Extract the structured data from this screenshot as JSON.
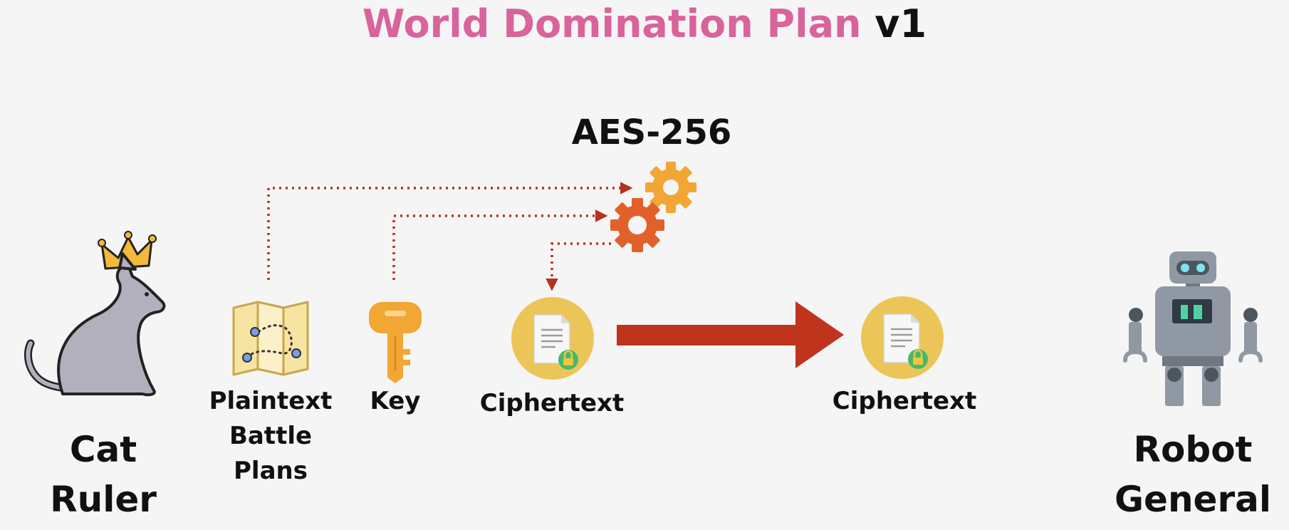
{
  "title": {
    "main": "World Domination Plan",
    "version": "v1"
  },
  "algorithm": "AES-256",
  "actors": {
    "sender": [
      "Cat",
      "Ruler"
    ],
    "receiver": [
      "Robot",
      "General"
    ]
  },
  "items": {
    "plaintext": [
      "Plaintext",
      "Battle",
      "Plans"
    ],
    "key": "Key",
    "ciphertext_local": "Ciphertext",
    "ciphertext_sent": "Ciphertext"
  },
  "icons": {
    "sender": "crowned-cat-icon",
    "plaintext": "map-icon",
    "key": "key-icon",
    "engine": "gears-icon",
    "ciphertext": "locked-document-icon",
    "transfer": "arrow-right-icon",
    "receiver": "robot-icon"
  },
  "colors": {
    "title_accent": "#d9639b",
    "arrow": "#c0341e",
    "dotted": "#b5321e",
    "gear_light": "#f2a633",
    "gear_dark": "#e2612b",
    "badge": "#ecc559"
  }
}
